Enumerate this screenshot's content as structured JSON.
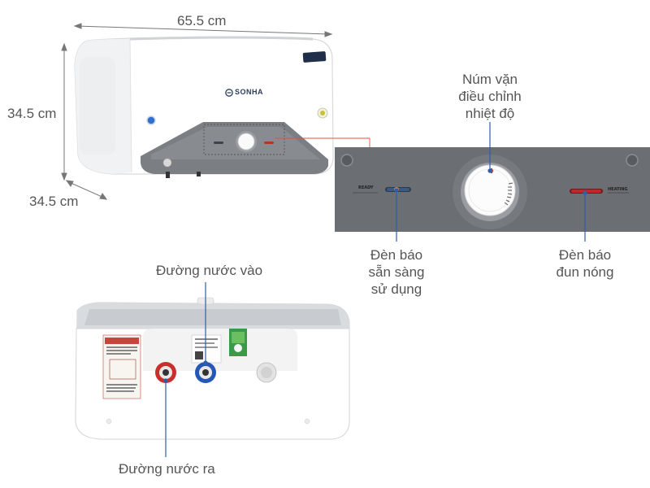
{
  "dimensions": {
    "width": "65.5 cm",
    "height": "34.5 cm",
    "depth": "34.5 cm"
  },
  "brand": {
    "logo_text": "SONHA"
  },
  "panel": {
    "ready_text": "READY",
    "heating_text": "HEATING",
    "knob_label": "Núm vặn điều chỉnh nhiệt độ",
    "knob_label_lines": [
      "Núm vặn",
      "điều chỉnh",
      "nhiệt độ"
    ],
    "ready_label_lines": [
      "Đèn báo",
      "sẵn sàng",
      "sử dụng"
    ],
    "heating_label_lines": [
      "Đèn báo",
      "đun nóng"
    ]
  },
  "bottom": {
    "inlet_label": "Đường nước vào",
    "outlet_label": "Đường nước ra"
  },
  "colors": {
    "panel_gray": "#6b6e72",
    "ready_light": "#d34a1f",
    "heating_light": "#c0262b",
    "inlet_blue": "#2757b5",
    "outlet_red": "#c9302c",
    "eco_green": "#3a9a45"
  }
}
